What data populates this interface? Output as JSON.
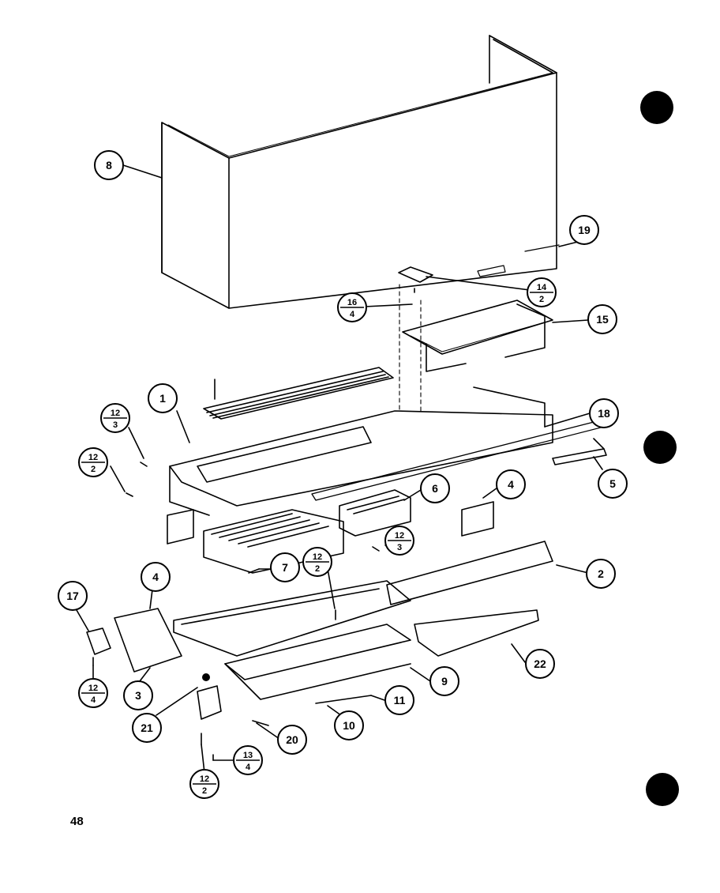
{
  "page_number": "48",
  "callouts": {
    "c1": "1",
    "c2": "2",
    "c3": "3",
    "c4a": "4",
    "c4b": "4",
    "c5": "5",
    "c6": "6",
    "c7": "7",
    "c8": "8",
    "c9": "9",
    "c10": "10",
    "c11": "11",
    "c15": "15",
    "c17": "17",
    "c18": "18",
    "c19": "19",
    "c20": "20",
    "c21": "21",
    "c22": "22"
  },
  "split_callouts": {
    "s12_3_left": {
      "top": "12",
      "bottom": "3"
    },
    "s12_2_left": {
      "top": "12",
      "bottom": "2"
    },
    "s12_3_right": {
      "top": "12",
      "bottom": "3"
    },
    "s12_2_mid": {
      "top": "12",
      "bottom": "2"
    },
    "s12_4_left": {
      "top": "12",
      "bottom": "4"
    },
    "s12_2_bottom": {
      "top": "12",
      "bottom": "2"
    },
    "s13_4": {
      "top": "13",
      "bottom": "4"
    },
    "s14_2": {
      "top": "14",
      "bottom": "2"
    },
    "s16_4": {
      "top": "16",
      "bottom": "4"
    }
  }
}
